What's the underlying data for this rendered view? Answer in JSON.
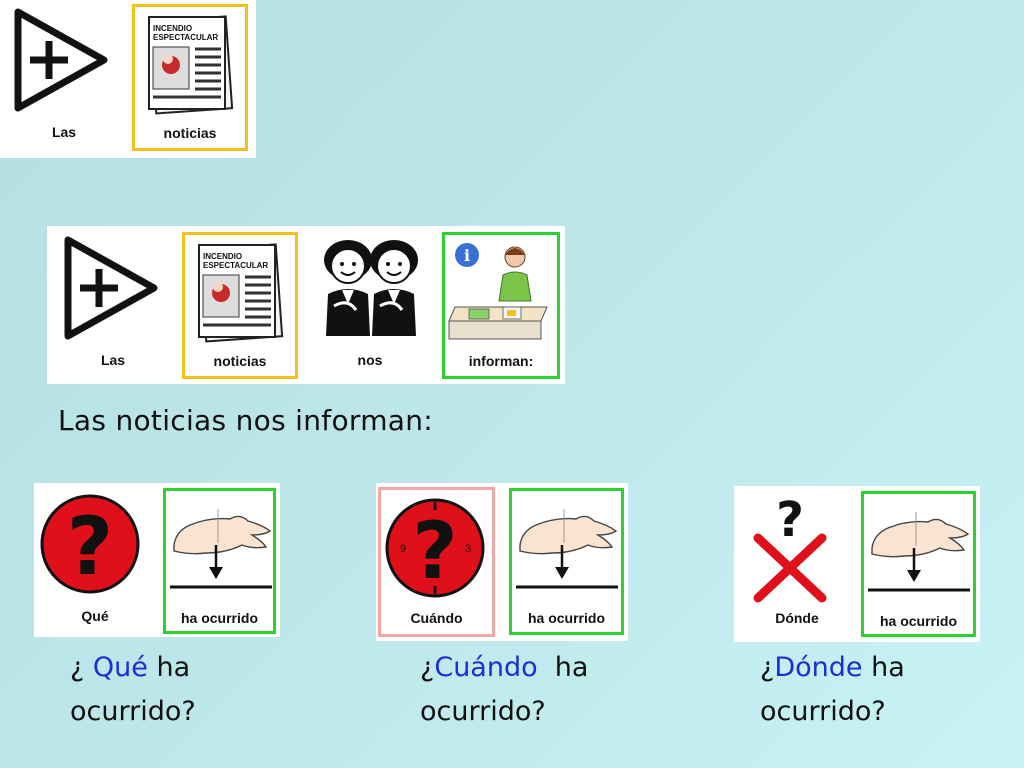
{
  "top_strip": {
    "cards": [
      {
        "label": "Las"
      },
      {
        "label": "noticias",
        "headline_1": "INCENDIO",
        "headline_2": "ESPECTACULAR"
      }
    ]
  },
  "middle_strip": {
    "cards": [
      {
        "label": "Las"
      },
      {
        "label": "noticias",
        "headline_1": "INCENDIO",
        "headline_2": "ESPECTACULAR"
      },
      {
        "label": "nos"
      },
      {
        "label": "informan:"
      }
    ]
  },
  "sentence": "Las noticias nos informan:",
  "questions": [
    {
      "cards": [
        {
          "label": "Qué"
        },
        {
          "label": "ha ocurrido"
        }
      ],
      "prefix": "¿ ",
      "highlight": "Qué",
      "suffix": " ha",
      "line2": "ocurrido?"
    },
    {
      "cards": [
        {
          "label": "Cuándo",
          "clock_9": "9",
          "clock_3": "3"
        },
        {
          "label": "ha ocurrido"
        }
      ],
      "prefix": "¿",
      "highlight": "Cuándo",
      "suffix": "  ha",
      "line2": "ocurrido?"
    },
    {
      "cards": [
        {
          "label": "Dónde"
        },
        {
          "label": "ha ocurrido"
        }
      ],
      "prefix": "¿",
      "highlight": "Dónde",
      "suffix": " ha",
      "line2": "ocurrido?"
    }
  ],
  "colors": {
    "highlight": "#1c2ed8",
    "yellow_border": "#f2c21b",
    "green_border": "#2dd12d",
    "pink_border": "#f2a6a6",
    "question_red": "#e0101a"
  }
}
